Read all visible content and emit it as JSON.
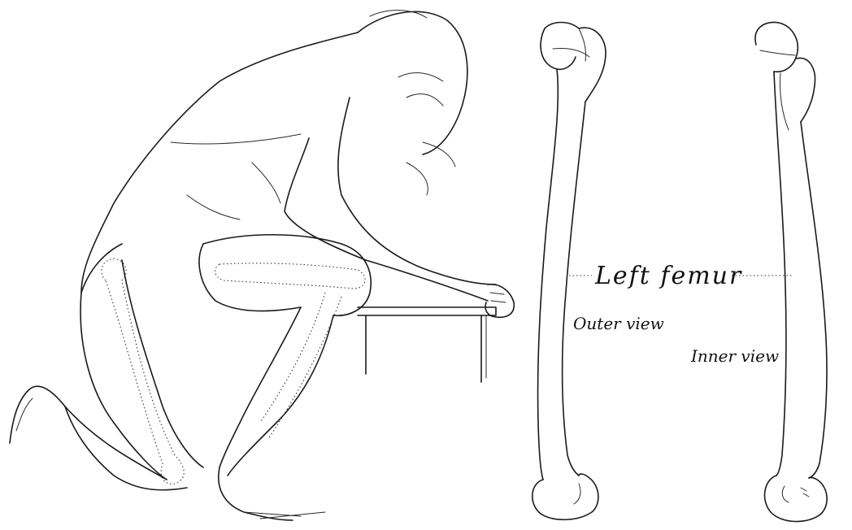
{
  "labels": {
    "left_femur": "Left femur",
    "outer_view": "Outer view",
    "inner_view": "Inner view"
  },
  "colors": {
    "ink": "#1a1a1a",
    "paper": "#ffffff"
  }
}
